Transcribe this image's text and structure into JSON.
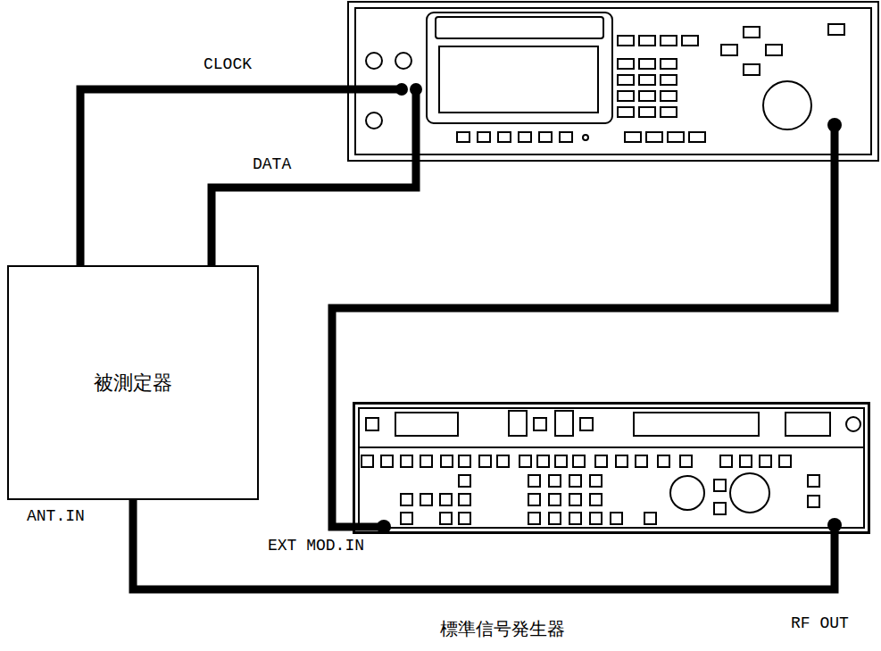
{
  "diagram": {
    "nodes": [
      {
        "text": [
          "被測定器"
        ]
      },
      {
        "text": [
          "標準信号発生器"
        ]
      }
    ],
    "edges": [
      {
        "from": 0,
        "to": 1,
        "arrow": "none"
      }
    ],
    "labels": [
      "CLOCK",
      "DATA",
      "ANT.IN",
      "EXT MOD.IN",
      "RF OUT"
    ]
  }
}
